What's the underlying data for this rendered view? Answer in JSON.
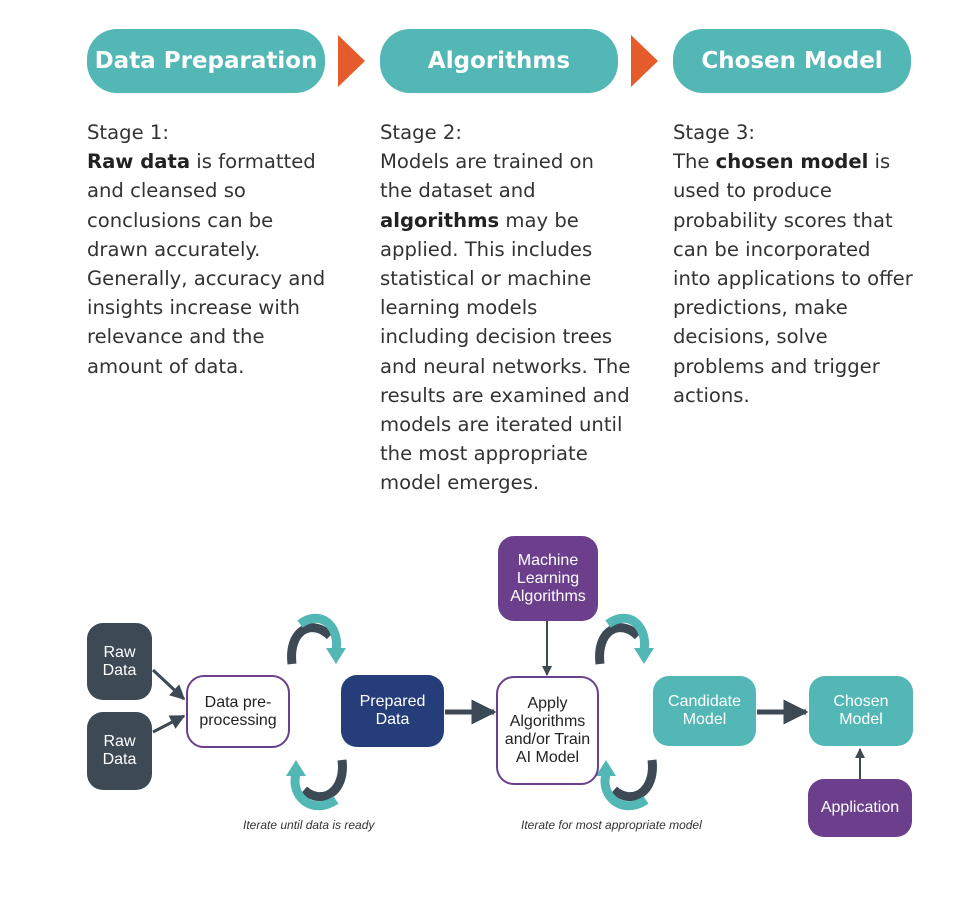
{
  "stages": [
    {
      "title": "Data Preparation",
      "label": "Stage 1:",
      "segments": [
        {
          "text": "Raw data",
          "bold": true
        },
        {
          "text": " is formatted and cleansed so conclusions can be drawn accurately. Generally, accuracy and insights increase with relevance and the amount of data.",
          "bold": false
        }
      ]
    },
    {
      "title": "Algorithms",
      "label": "Stage 2:",
      "segments": [
        {
          "text": "Models are trained on the dataset and ",
          "bold": false
        },
        {
          "text": "algorithms",
          "bold": true
        },
        {
          "text": " may be applied. This includes statistical or machine learning models including decision trees and neural networks. The results are examined and models are iterated until the most appropriate model emerges.",
          "bold": false
        }
      ]
    },
    {
      "title": "Chosen Model",
      "label": "Stage 3:",
      "segments": [
        {
          "text": "The ",
          "bold": false
        },
        {
          "text": "chosen model",
          "bold": true
        },
        {
          "text": " is used to produce probability scores that can be incorporated into applications to offer predictions, make decisions, solve problems and trigger actions.",
          "bold": false
        }
      ]
    }
  ],
  "flow": {
    "raw_data_1": "Raw\nData",
    "raw_data_2": "Raw\nData",
    "preprocessing": "Data pre-\nprocessing",
    "prepared_data": "Prepared\nData",
    "ml_algorithms": "Machine\nLearning\nAlgorithms",
    "apply": "Apply\nAlgorithms\nand/or Train\nAI Model",
    "candidate": "Candidate\nModel",
    "chosen": "Chosen\nModel",
    "application": "Application",
    "caption_left": "Iterate until data is ready",
    "caption_right": "Iterate for most appropriate model"
  },
  "colors": {
    "teal": "#52b7b5",
    "orange_arrow": "#e55b2b",
    "dark_slate": "#3d4a56",
    "navy": "#253e7a",
    "purple": "#6c3f8d"
  },
  "icons": [
    "stage-chevron-arrow",
    "cycle-arrow",
    "connector-arrow"
  ]
}
